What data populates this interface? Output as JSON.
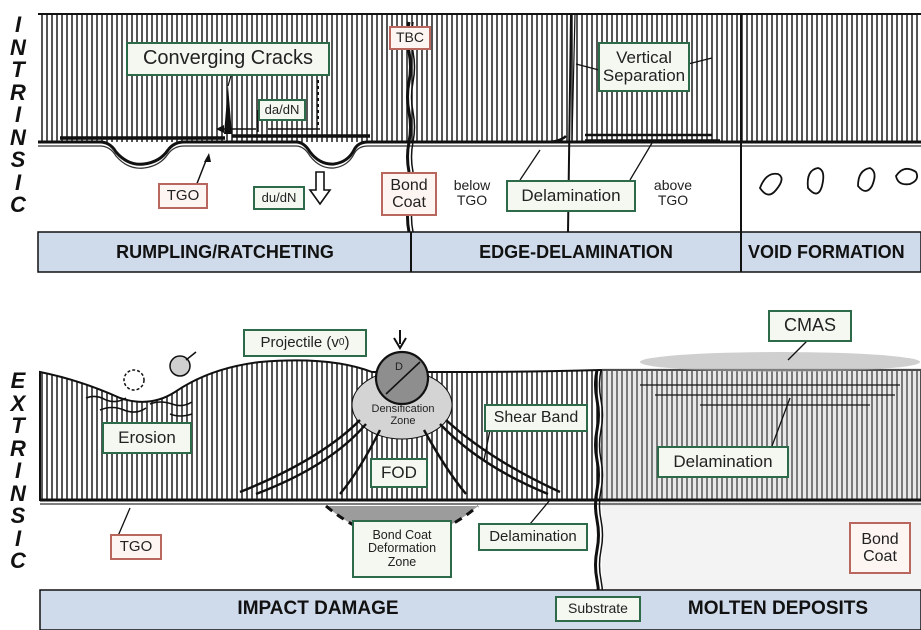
{
  "intrinsic": {
    "side_letters": [
      "I",
      "N",
      "T",
      "R",
      "I",
      "N",
      "S",
      "I",
      "C"
    ],
    "panels": {
      "rumpling": {
        "band_label": "RUMPLING/RATCHETING",
        "converging_cracks": "Converging Cracks",
        "da_dn": "da/dN",
        "du_dn": "du/dN",
        "tgo": "TGO"
      },
      "edge": {
        "band_label": "EDGE-DELAMINATION",
        "tbc": "TBC",
        "bond_coat_line1": "Bond",
        "bond_coat_line2": "Coat",
        "below_line1": "below",
        "below_line2": "TGO",
        "delamination": "Delamination",
        "above_line1": "above",
        "above_line2": "TGO",
        "vertical_line1": "Vertical",
        "vertical_line2": "Separation"
      },
      "void": {
        "band_label": "VOID FORMATION"
      }
    }
  },
  "extrinsic": {
    "side_letters": [
      "E",
      "X",
      "T",
      "R",
      "I",
      "N",
      "S",
      "I",
      "C"
    ],
    "panels": {
      "impact": {
        "band_label": "IMPACT DAMAGE",
        "projectile": "Projectile (v",
        "projectile_sub": "0",
        "projectile_end": ")",
        "d_label": "D",
        "erosion": "Erosion",
        "densification_line1": "Densification",
        "densification_line2": "Zone",
        "shear_band": "Shear Band",
        "fod": "FOD",
        "bond_coat_deformation_line1": "Bond Coat",
        "bond_coat_deformation_line2": "Deformation",
        "bond_coat_deformation_line3": "Zone",
        "delamination": "Delamination",
        "tgo": "TGO"
      },
      "molten": {
        "band_label": "MOLTEN DEPOSITS",
        "cmas": "CMAS",
        "delamination": "Delamination",
        "bond_line1": "Bond",
        "bond_line2": "Coat",
        "substrate": "Substrate"
      }
    }
  }
}
